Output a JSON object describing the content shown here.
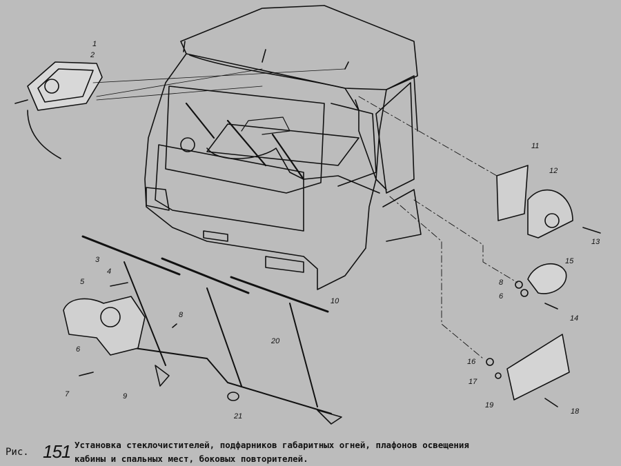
{
  "figure": {
    "prefix": "Рис.",
    "number": "151",
    "caption_line1": "Установка стеклочистителей, подфарников габаритных огней, плафонов освещения",
    "caption_line2": "кабины и спальных мест, боковых повторителей."
  },
  "callouts": [
    "1",
    "2",
    "3",
    "4",
    "5",
    "6",
    "7",
    "8",
    "9",
    "10",
    "11",
    "12",
    "13",
    "14",
    "15",
    "8",
    "6",
    "16",
    "17",
    "18",
    "19",
    "20",
    "21"
  ]
}
